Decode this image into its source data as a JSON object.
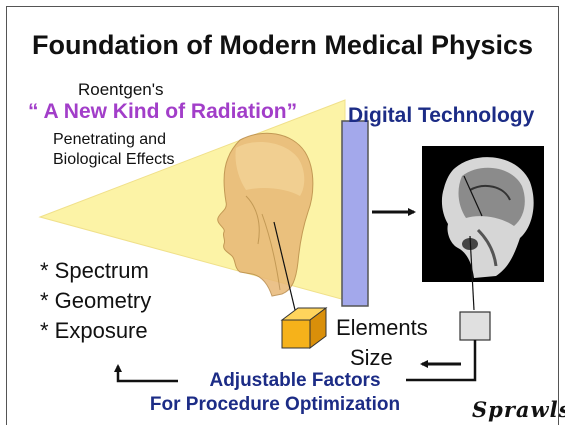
{
  "title": "Foundation of Modern Medical Physics",
  "roentgen": "Roentgen's",
  "new_kind": "“ A New Kind of Radiation”",
  "digital": "Digital Technology",
  "penetrating": [
    "Penetrating and",
    "Biological Effects"
  ],
  "factors": [
    "* Spectrum",
    "* Geometry",
    "* Exposure"
  ],
  "elements": "Elements",
  "size": "Size",
  "adjustable": [
    "Adjustable Factors",
    "For Procedure Optimization"
  ],
  "signature": "Sprawls",
  "colors": {
    "beam": "#fcf3a6",
    "detector": "#a3a8eb",
    "purple": "#a23ec9",
    "navy": "#1c2c86",
    "cube": "#f6b21a"
  }
}
